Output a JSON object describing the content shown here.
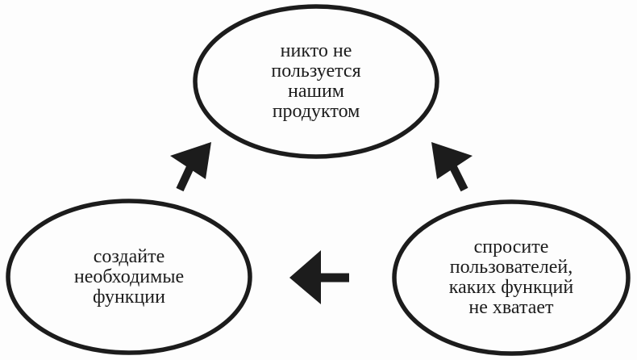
{
  "diagram": {
    "background_color": "#fdfdfd",
    "ink_color": "#1c1c1c",
    "nodes": [
      {
        "id": "top",
        "label": "никто не\nпользуется\nнашим\nпродуктом"
      },
      {
        "id": "bottom-left",
        "label": "создайте\nнеобходимые\nфункции"
      },
      {
        "id": "bottom-right",
        "label": "спросите\nпользователей,\nкаких функций\nне хватает"
      }
    ],
    "edges": [
      {
        "from": "bottom-left",
        "to": "top",
        "arrow_direction": "up-right"
      },
      {
        "from": "bottom-right",
        "to": "top",
        "arrow_direction": "up-left"
      },
      {
        "from": "bottom-right",
        "to": "bottom-left",
        "arrow_direction": "left"
      }
    ]
  }
}
